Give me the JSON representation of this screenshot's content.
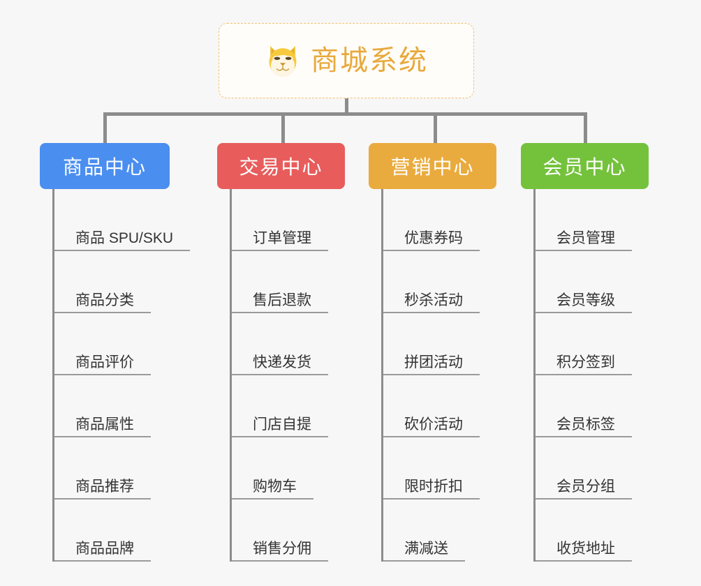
{
  "canvas": {
    "background": "#f7f7f7",
    "connector_color": "#8c8c8c"
  },
  "root": {
    "title": "商城系统",
    "icon": "shiba-dog-icon",
    "text_color": "#e8a93c",
    "border_color": "#f0c070",
    "background": "#fffdf9"
  },
  "branches": [
    {
      "label": "商品中心",
      "color": "#4a8ef0",
      "items": [
        "商品 SPU/SKU",
        "商品分类",
        "商品评价",
        "商品属性",
        "商品推荐",
        "商品品牌"
      ]
    },
    {
      "label": "交易中心",
      "color": "#e85c5c",
      "items": [
        "订单管理",
        "售后退款",
        "快递发货",
        "门店自提",
        "购物车",
        "销售分佣"
      ]
    },
    {
      "label": "营销中心",
      "color": "#eaab3e",
      "items": [
        "优惠券码",
        "秒杀活动",
        "拼团活动",
        "砍价活动",
        "限时折扣",
        "满减送"
      ]
    },
    {
      "label": "会员中心",
      "color": "#74c23c",
      "items": [
        "会员管理",
        "会员等级",
        "积分签到",
        "会员标签",
        "会员分组",
        "收货地址"
      ]
    }
  ]
}
